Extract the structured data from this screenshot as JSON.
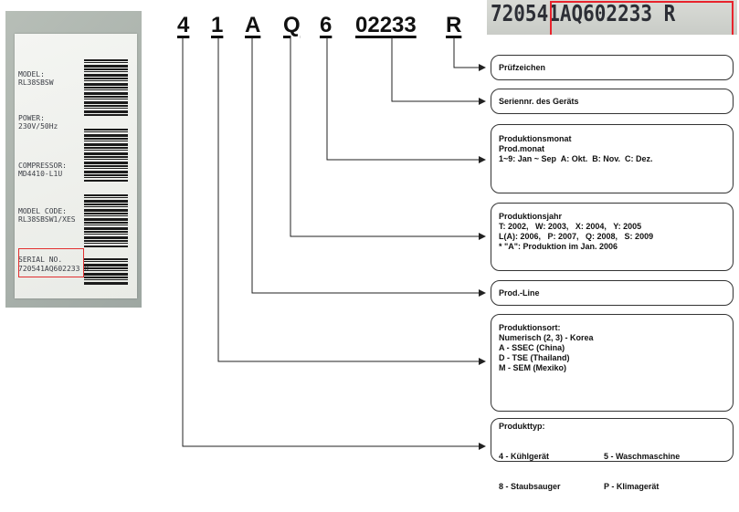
{
  "label_photo": {
    "model_label": "MODEL:",
    "model_value": "RL38SBSW",
    "power_label": "POWER:",
    "power_value": "230V/50Hz",
    "compressor_label": "COMPRESSOR:",
    "compressor_value": "MD4410-L1U",
    "model_code_label": "MODEL CODE:",
    "model_code_value": "RL38SBSW1/XES",
    "serial_label": "SERIAL NO.",
    "serial_value": "720541AQ602233 R"
  },
  "zoom_photo": {
    "text": "720541AQ602233 R"
  },
  "serial_chars": [
    "4",
    "1",
    "A",
    "Q",
    "6",
    "02233",
    "R"
  ],
  "boxes": {
    "pruefzeichen": {
      "title": "Prüfzeichen"
    },
    "seriennr": {
      "title": "Seriennr. des Geräts"
    },
    "monat": {
      "title": "Produktionsmonat",
      "line1": "Prod.monat",
      "line2": "1~9: Jan ~ Sep  A: Okt.  B: Nov.  C: Dez."
    },
    "jahr": {
      "title": "Produktionsjahr",
      "line1": "T: 2002,   W: 2003,   X: 2004,   Y: 2005",
      "line2": "L(A): 2006,   P: 2007,   Q: 2008,   S: 2009",
      "line3": "* \"A\": Produktion im Jan. 2006"
    },
    "line": {
      "title": "Prod.-Line"
    },
    "ort": {
      "title": "Produktionsort:",
      "line1": "Numerisch (2, 3) - Korea",
      "line2": "A - SSEC (China)",
      "line3": "D - TSE (Thailand)",
      "line4": "M - SEM (Mexiko)"
    },
    "typ": {
      "title": "Produkttyp:",
      "left1": "4 - Kühlgerät",
      "left2": "8 - Staubsauger",
      "right1": "5 - Waschmaschine",
      "right2": "P - Klimagerät"
    }
  },
  "colors": {
    "highlight_red": "#e23030",
    "text": "#111111",
    "line": "#222222"
  }
}
